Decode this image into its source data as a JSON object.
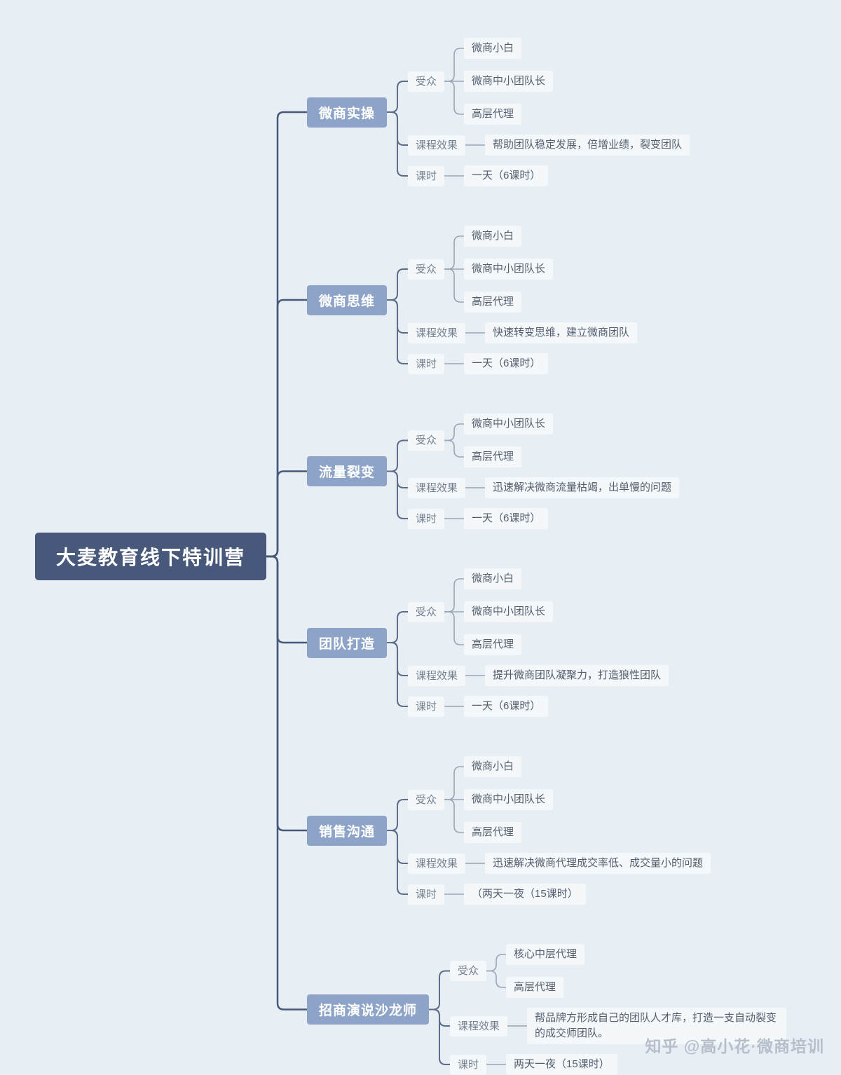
{
  "root": {
    "label": "大麦教育线下特训营"
  },
  "branches": [
    {
      "label": "微商实操",
      "children": [
        {
          "label": "受众",
          "children": [
            {
              "label": "微商小白"
            },
            {
              "label": "微商中小团队长"
            },
            {
              "label": "高层代理"
            }
          ]
        },
        {
          "label": "课程效果",
          "children": [
            {
              "label": "帮助团队稳定发展，倍增业绩，裂变团队"
            }
          ]
        },
        {
          "label": "课时",
          "children": [
            {
              "label": "一天（6课时）"
            }
          ]
        }
      ]
    },
    {
      "label": "微商思维",
      "children": [
        {
          "label": "受众",
          "children": [
            {
              "label": "微商小白"
            },
            {
              "label": "微商中小团队长"
            },
            {
              "label": "高层代理"
            }
          ]
        },
        {
          "label": "课程效果",
          "children": [
            {
              "label": "快速转变思维，建立微商团队"
            }
          ]
        },
        {
          "label": "课时",
          "children": [
            {
              "label": "一天（6课时）"
            }
          ]
        }
      ]
    },
    {
      "label": "流量裂变",
      "children": [
        {
          "label": "受众",
          "children": [
            {
              "label": "微商中小团队长"
            },
            {
              "label": "高层代理"
            }
          ]
        },
        {
          "label": "课程效果",
          "children": [
            {
              "label": "迅速解决微商流量枯竭，出单慢的问题"
            }
          ]
        },
        {
          "label": "课时",
          "children": [
            {
              "label": "一天（6课时）"
            }
          ]
        }
      ]
    },
    {
      "label": "团队打造",
      "children": [
        {
          "label": "受众",
          "children": [
            {
              "label": "微商小白"
            },
            {
              "label": "微商中小团队长"
            },
            {
              "label": "高层代理"
            }
          ]
        },
        {
          "label": "课程效果",
          "children": [
            {
              "label": "提升微商团队凝聚力，打造狼性团队"
            }
          ]
        },
        {
          "label": "课时",
          "children": [
            {
              "label": "一天（6课时）"
            }
          ]
        }
      ]
    },
    {
      "label": "销售沟通",
      "children": [
        {
          "label": "受众",
          "children": [
            {
              "label": "微商小白"
            },
            {
              "label": "微商中小团队长"
            },
            {
              "label": "高层代理"
            }
          ]
        },
        {
          "label": "课程效果",
          "children": [
            {
              "label": "迅速解决微商代理成交率低、成交量小的问题"
            }
          ]
        },
        {
          "label": "课时",
          "children": [
            {
              "label": "（两天一夜（15课时）"
            }
          ]
        }
      ]
    },
    {
      "label": "招商演说沙龙师",
      "children": [
        {
          "label": "受众",
          "children": [
            {
              "label": "核心中层代理"
            },
            {
              "label": "高层代理"
            }
          ]
        },
        {
          "label": "课程效果",
          "children": [
            {
              "label": "帮品牌方形成自己的团队人才库，打造一支自动裂变的成交师团队。"
            }
          ]
        },
        {
          "label": "课时",
          "children": [
            {
              "label": "两天一夜（15课时）"
            }
          ]
        }
      ]
    }
  ],
  "watermark": "知乎 @高小花·微商培训",
  "colors": {
    "background": "#e7eff5",
    "root_node": "#47587a",
    "branch_node": "#8da4c8",
    "light_node_bg": "#f4f8fb",
    "connector_dark": "#47587a",
    "connector_mid": "#5c6c89",
    "connector_light": "#9aa6b5"
  }
}
